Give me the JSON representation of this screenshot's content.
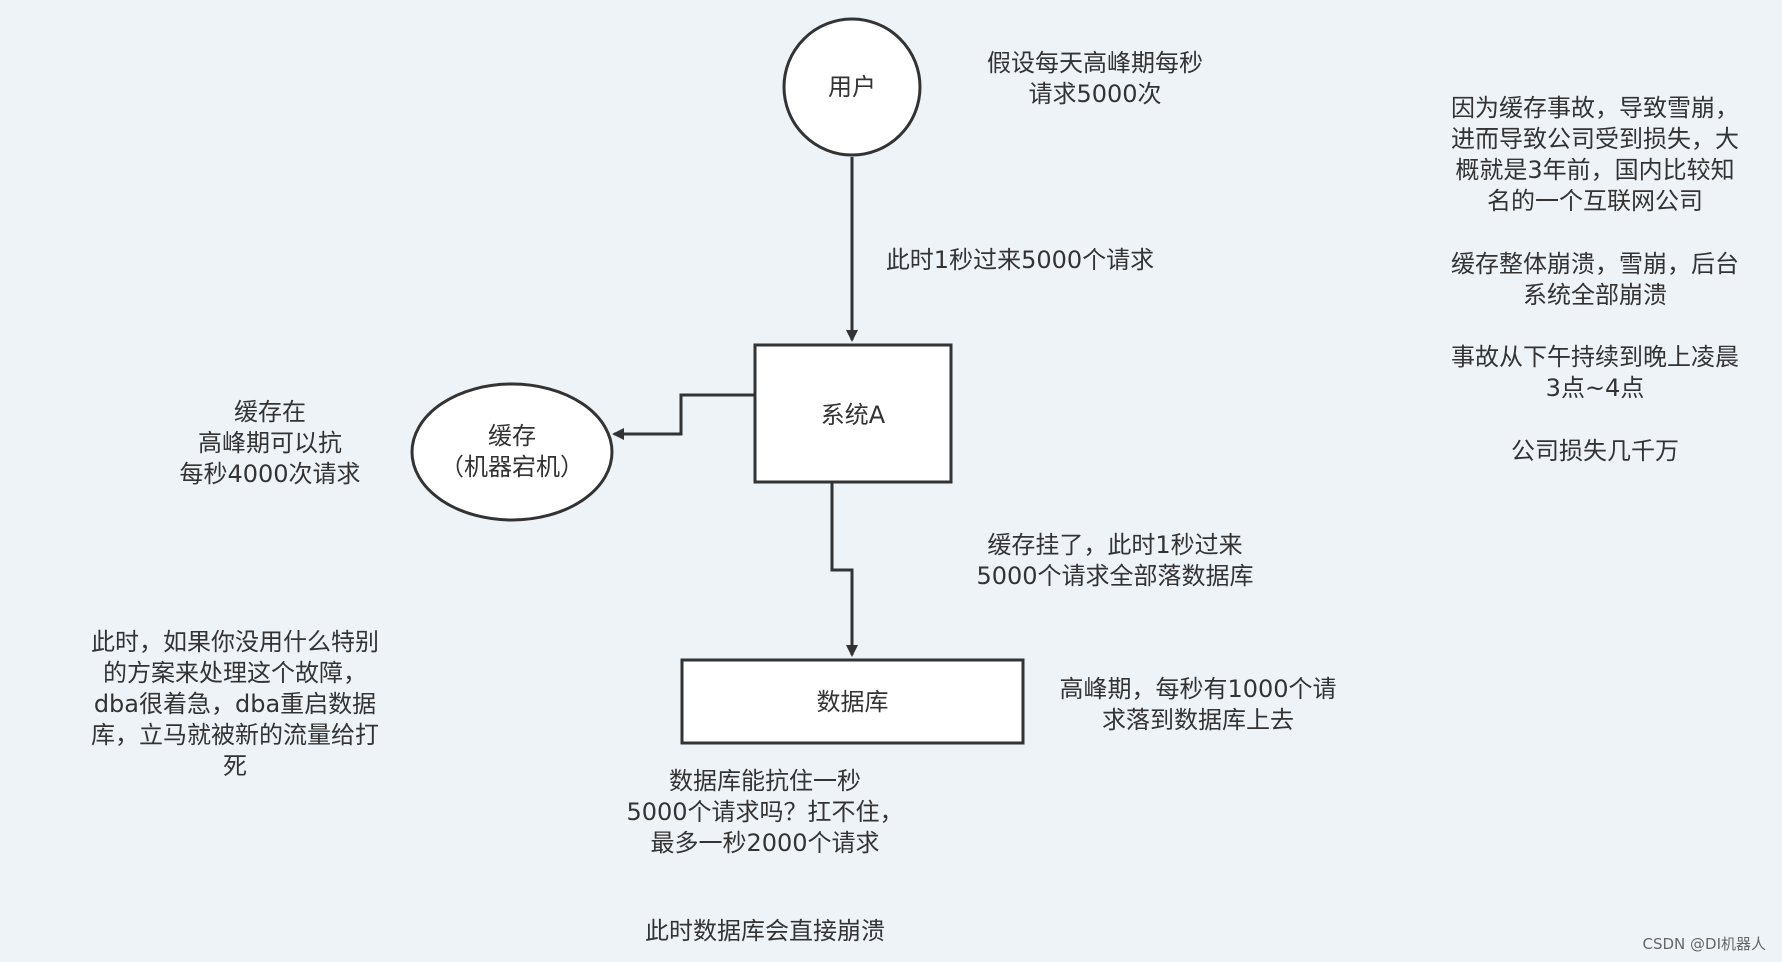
{
  "nodes": {
    "user": "用户",
    "system_a": "系统A",
    "cache": "缓存\n（机器宕机）",
    "database": "数据库"
  },
  "notes": {
    "peak_traffic": "假设每天高峰期每秒\n请求5000次",
    "requests_per_second": "此时1秒过来5000个请求",
    "cache_capacity": "缓存在\n高峰期可以抗\n每秒4000次请求",
    "cache_down": "缓存挂了，此时1秒过来\n5000个请求全部落数据库",
    "db_peak_load": "高峰期，每秒有1000个请\n求落到数据库上去",
    "db_capacity": "数据库能抗住一秒\n5000个请求吗？扛不住，\n最多一秒2000个请求",
    "db_crash": "此时数据库会直接崩溃",
    "dba_restart": "此时，如果你没用什么特别\n的方案来处理这个故障，\ndba很着急，dba重启数据\n库，立马就被新的流量给打\n死",
    "incident_story": "因为缓存事故，导致雪崩，\n进而导致公司受到损失，大\n概就是3年前，国内比较知\n名的一个互联网公司",
    "overall_crash": "缓存整体崩溃，雪崩，后台\n系统全部崩溃",
    "incident_duration": "事故从下午持续到晚上凌晨\n3点~4点",
    "loss": "公司损失几千万"
  },
  "watermark": "CSDN @DI机器人"
}
